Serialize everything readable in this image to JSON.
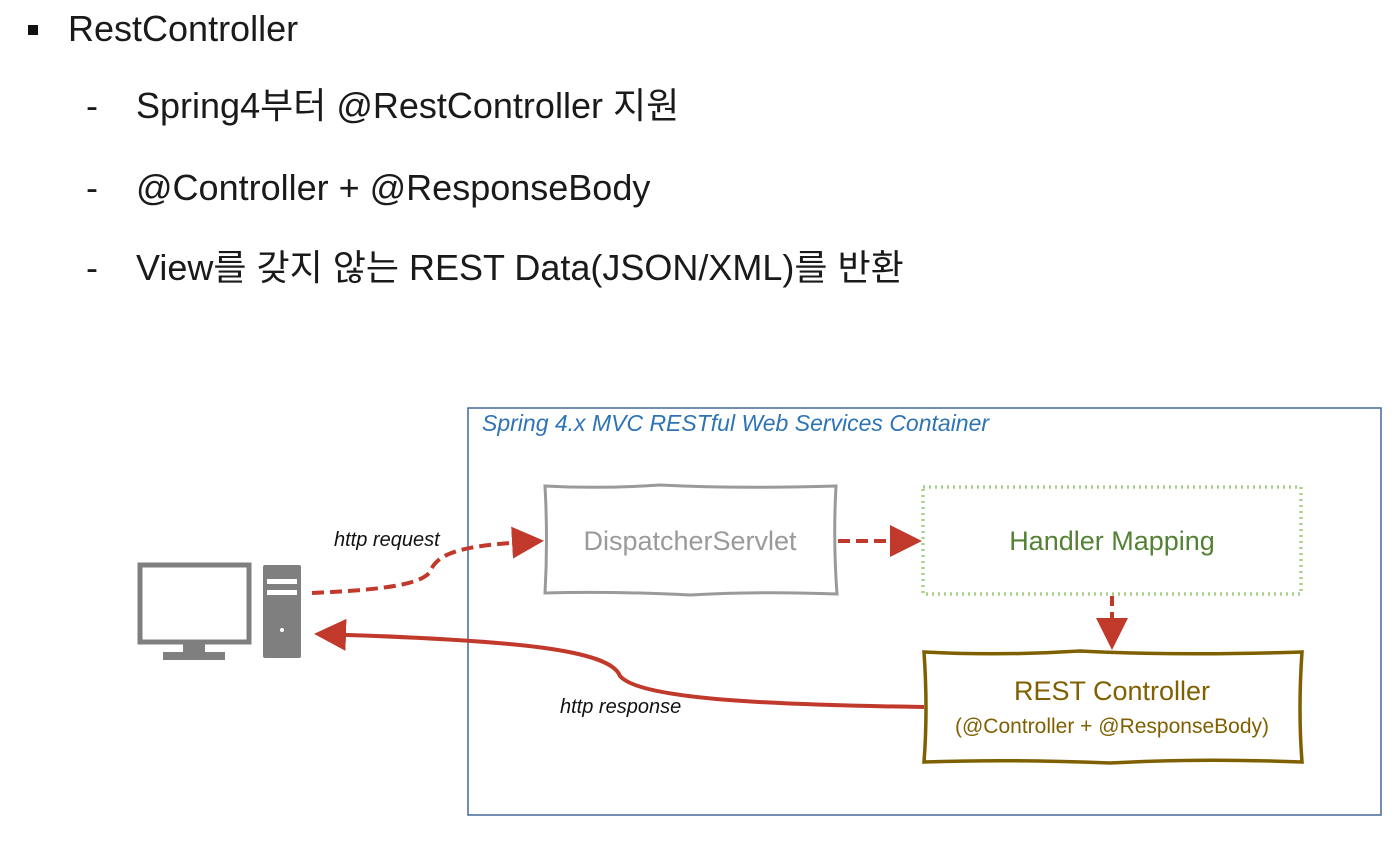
{
  "heading": {
    "title": "RestController"
  },
  "bullets": [
    "Spring4부터 @RestController 지원",
    "@Controller + @ResponseBody",
    "View를 갖지 않는 REST Data(JSON/XML)를 반환"
  ],
  "diagram": {
    "container_title": "Spring 4.x MVC RESTful Web Services Container",
    "dispatcher_label": "DispatcherServlet",
    "handler_label": "Handler Mapping",
    "rest_controller_label": "REST Controller",
    "rest_controller_sub": "(@Controller + @ResponseBody)",
    "request_label": "http request",
    "response_label": "http response",
    "colors": {
      "container_border": "#44669a",
      "container_title": "#2e74b5",
      "dispatcher": "#9a9a9a",
      "handler": "#70ad47",
      "handler_text": "#548235",
      "rest": "#7f6000",
      "rest_text": "#806000",
      "arrow": "#c0392b"
    }
  }
}
